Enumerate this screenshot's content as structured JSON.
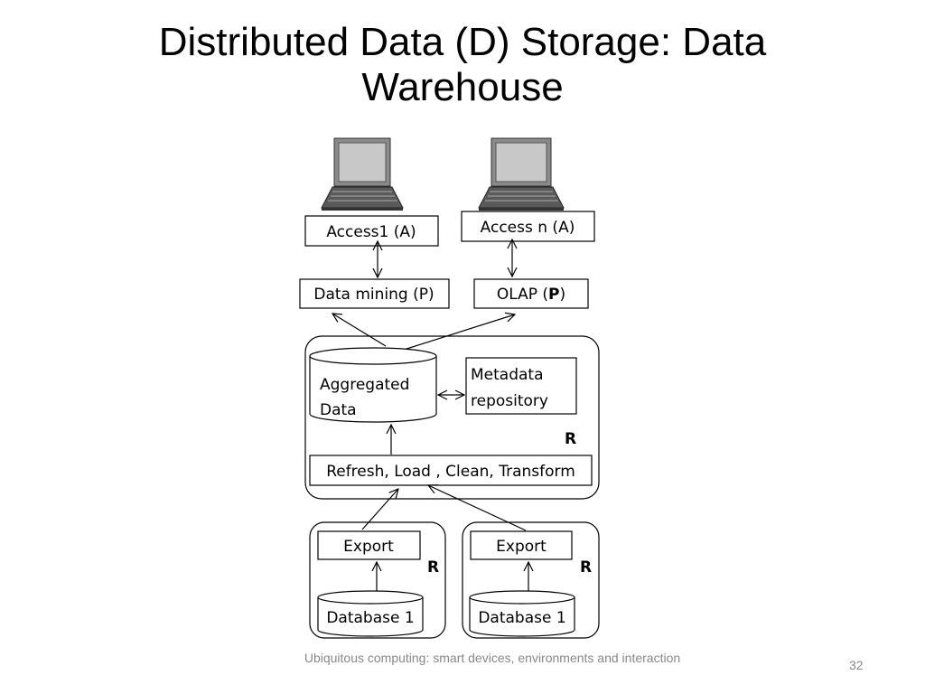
{
  "slide": {
    "title_line1": "Distributed Data (D) Storage: Data",
    "title_line2": "Warehouse",
    "footer": "Ubiquitous computing: smart devices, environments and interaction",
    "page_number": "32"
  },
  "diagram": {
    "access1": "Access1 (A)",
    "access_n": "Access n (A)",
    "data_mining": "Data mining (P)",
    "olap_prefix": "OLAP (",
    "olap_bold": "P",
    "olap_suffix": ")",
    "aggregated_line1": "Aggregated",
    "aggregated_line2": "Data",
    "metadata_line1": "Metadata",
    "metadata_line2": "repository",
    "warehouse_role": "R",
    "refresh": "Refresh,  Load , Clean,  Transform",
    "export_left": "Export",
    "export_right": "Export",
    "db_left": "Database 1",
    "db_right": "Database 1",
    "source_left_role": "R",
    "source_right_role": "R"
  }
}
